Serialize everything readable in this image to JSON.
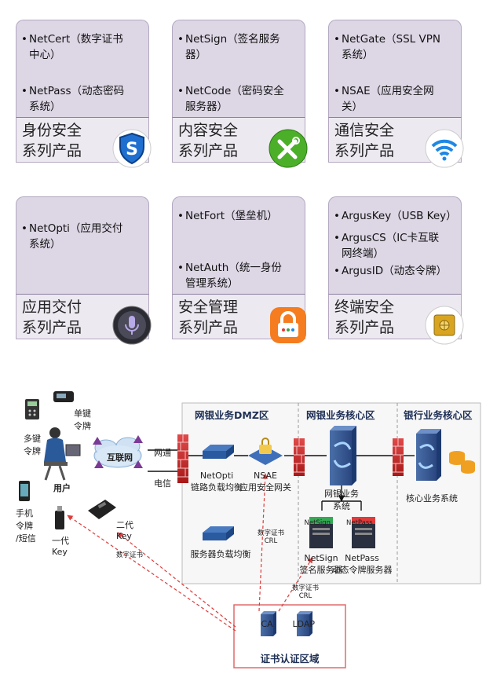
{
  "cards": [
    {
      "bullets": [
        [
          "NetCert（数字证书",
          "中心）"
        ],
        [
          "NetPass（动态密码",
          "系统）"
        ]
      ],
      "category": [
        "身份安全",
        "系列产品"
      ],
      "icon": "s-shield-icon"
    },
    {
      "bullets": [
        [
          "NetSign（签名服务",
          "器）"
        ],
        [
          "NetCode（密码安全",
          "服务器）"
        ]
      ],
      "category": [
        "内容安全",
        "系列产品"
      ],
      "icon": "tools-icon"
    },
    {
      "bullets": [
        [
          "NetGate（SSL VPN",
          "系统）"
        ],
        [
          "NSAE（应用安全网",
          "关）"
        ]
      ],
      "category": [
        "通信安全",
        "系列产品"
      ],
      "icon": "wifi-icon"
    },
    {
      "bullets": [
        [
          "NetOpti（应用交付",
          "系统）"
        ]
      ],
      "category": [
        "应用交付",
        "系列产品"
      ],
      "icon": "microphone-icon"
    },
    {
      "bullets": [
        [
          "NetFort（堡垒机）"
        ],
        [
          "NetAuth（统一身份",
          "管理系统）"
        ]
      ],
      "category": [
        "安全管理",
        "系列产品"
      ],
      "icon": "lock-icon"
    },
    {
      "bullets": [
        [
          "ArgusKey（USB Key）"
        ],
        [
          "ArgusCS（IC卡互联",
          "网终端）"
        ],
        [
          "ArgusID（动态令牌）"
        ]
      ],
      "category": [
        "终端安全",
        "系列产品"
      ],
      "icon": "safe-icon"
    }
  ],
  "bullet_char": "•",
  "diagram": {
    "zones": {
      "dmz": "网银业务DMZ区",
      "core": "网银业务核心区",
      "bank": "银行业务核心区",
      "ca": "证书认证区域"
    },
    "labels": {
      "single_token": [
        "单键",
        "令牌"
      ],
      "multi_token": [
        "多键",
        "令牌"
      ],
      "user": "用户",
      "phone": [
        "手机",
        "令牌",
        "/短信"
      ],
      "key1": [
        "一代",
        "Key"
      ],
      "key2": [
        "二代",
        "Key"
      ],
      "internet": "互联网",
      "netcom": "网通",
      "telecom": "电信",
      "netopti": [
        "NetOpti",
        "链路负载均衡"
      ],
      "nsae": [
        "NSAE",
        "应用安全网关"
      ],
      "server_lb": "服务器负载均衡",
      "ebank_sys": [
        "网银业务",
        "系统"
      ],
      "netsign": [
        "NetSign",
        "签名服务器"
      ],
      "netpass": [
        "NetPass",
        "动态令牌服务器"
      ],
      "netsign_box": "NetSign",
      "netpass_box": "NetPass",
      "core_sys": "核心业务系统",
      "cert_crl_1": [
        "数字证书",
        "CRL"
      ],
      "cert_crl_2": [
        "数字证书",
        "CRL"
      ],
      "cert_user": "数字证书",
      "ca": "CA",
      "ldap": "LDAP"
    }
  }
}
